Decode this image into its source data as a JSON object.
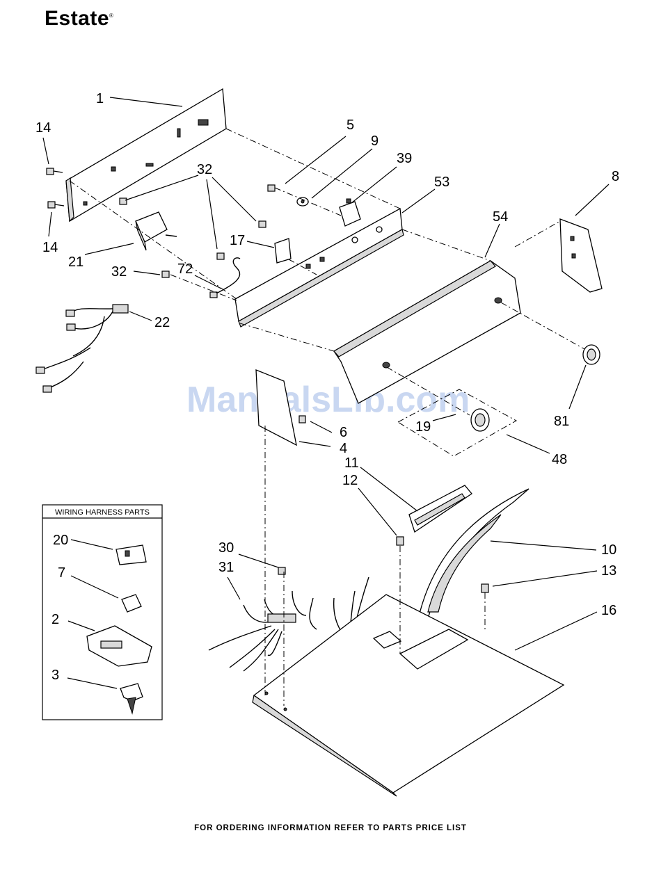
{
  "brand": {
    "name": "Estate",
    "mark": "®"
  },
  "watermark": "ManualsLib.com",
  "footer": "FOR ORDERING INFORMATION REFER TO PARTS PRICE LIST",
  "harness_box": {
    "title": "WIRING HARNESS PARTS",
    "callouts": [
      "20",
      "7",
      "2",
      "3"
    ]
  },
  "callouts": [
    "1",
    "14",
    "14",
    "32",
    "32",
    "32",
    "21",
    "72",
    "22",
    "5",
    "9",
    "39",
    "53",
    "17",
    "8",
    "54",
    "6",
    "4",
    "19",
    "81",
    "48",
    "11",
    "12",
    "10",
    "13",
    "30",
    "31",
    "16"
  ]
}
